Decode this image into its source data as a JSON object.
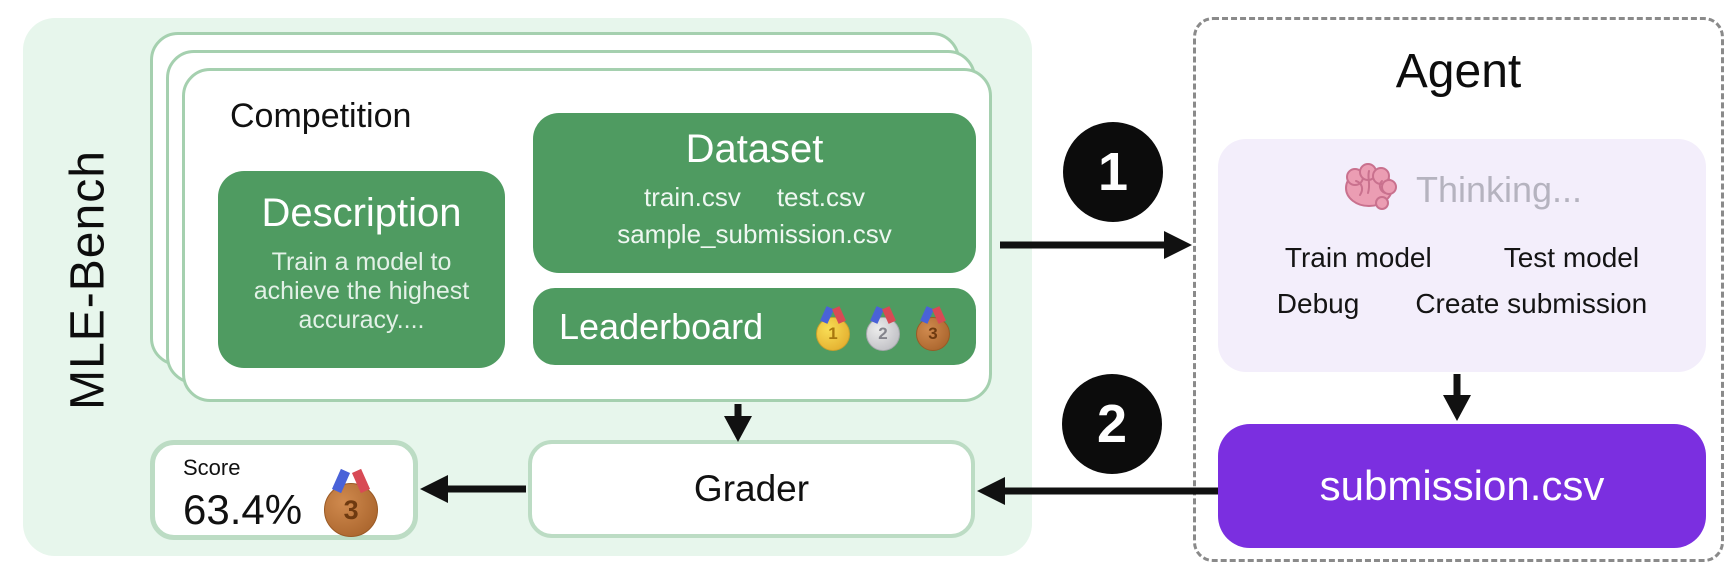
{
  "mle_bench": {
    "label": "MLE-Bench",
    "competition": {
      "title": "Competition",
      "description": {
        "title": "Description",
        "body": "Train a model to achieve the highest accuracy...."
      },
      "dataset": {
        "title": "Dataset",
        "files": [
          "train.csv",
          "test.csv",
          "sample_submission.csv"
        ]
      },
      "leaderboard": {
        "title": "Leaderboard",
        "medals": [
          {
            "rank": "1",
            "name": "gold-medal"
          },
          {
            "rank": "2",
            "name": "silver-medal"
          },
          {
            "rank": "3",
            "name": "bronze-medal"
          }
        ]
      }
    },
    "grader": {
      "label": "Grader"
    },
    "score": {
      "label": "Score",
      "value": "63.4%",
      "medal_rank": "3"
    }
  },
  "agent": {
    "title": "Agent",
    "thinking": {
      "label": "Thinking...",
      "icon": "brain-icon"
    },
    "actions": [
      "Train model",
      "Test model",
      "Debug",
      "Create submission"
    ],
    "submission": {
      "label": "submission.csv"
    }
  },
  "steps": [
    {
      "number": "1",
      "meaning": "competition given to agent"
    },
    {
      "number": "2",
      "meaning": "submission sent to grader"
    }
  ],
  "colors": {
    "green": "#4f9b61",
    "mint_background": "#e7f6ec",
    "card_border": "#a5d0af",
    "box_border": "#bcdcc4",
    "lavender": "#f3eefb",
    "purple": "#7b2fe0",
    "thinking_gray": "#b5b3bf",
    "step_circle": "#0c0c0c"
  }
}
